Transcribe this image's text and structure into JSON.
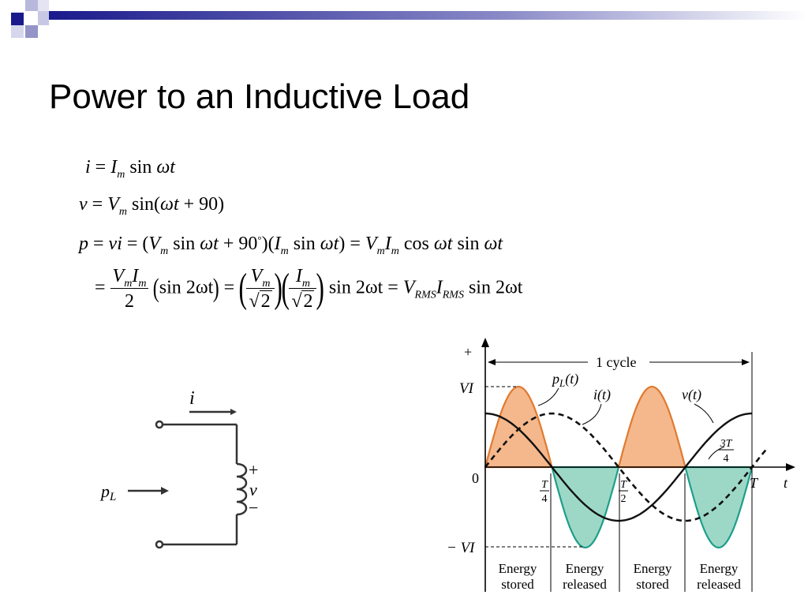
{
  "slide": {
    "title": "Power to an Inductive Load"
  },
  "equations": {
    "current": {
      "lhs": "i",
      "amp": "I",
      "amp_sub": "m",
      "func": "sin",
      "arg": "ωt"
    },
    "voltage": {
      "lhs": "v",
      "amp": "V",
      "amp_sub": "m",
      "func": "sin(",
      "arg": "ωt",
      "tail": " + 90)"
    },
    "power_line1": {
      "lhs": "p",
      "vi": "vi",
      "open1": "(",
      "V": "V",
      "m": "m",
      "sin": "sin",
      "wt": "ωt",
      "plus90": " + 90",
      "deg": "°",
      "close1": ")(",
      "I": "I",
      "close2": ")",
      "cos": "cos",
      "RMS": "RMS"
    },
    "power_line2": {
      "two": "2",
      "two_w_t": "2ωt"
    }
  },
  "circuit": {
    "current_label": "i",
    "power_label": "p",
    "power_sub": "L",
    "plus": "+",
    "minus": "−",
    "voltage_label": "v"
  },
  "chart_data": {
    "type": "line",
    "x_period_label": "T",
    "axis_labels": {
      "plus": "+",
      "t": "t",
      "zero": "0",
      "VI": "VI",
      "negVI": "− VI"
    },
    "cycle_label": "1 cycle",
    "series": [
      {
        "name": "p_L(t)",
        "label_main": "p",
        "label_sub": "L",
        "label_tail": "(t)",
        "form": "VI·sin(2ωt)",
        "pos_fill": "#f4b88c",
        "neg_fill": "#9dd8c6",
        "stroke": "#e07a30",
        "neg_stroke": "#1e9e8a"
      },
      {
        "name": "i(t)",
        "label": "i(t)",
        "form": "sin(ωt)",
        "style": "dashed"
      },
      {
        "name": "v(t)",
        "label": "v(t)",
        "form": "cos(ωt)",
        "style": "solid"
      }
    ],
    "x_ticks": [
      {
        "num": "T",
        "den": "4"
      },
      {
        "num": "T",
        "den": "2"
      },
      {
        "num": "3T",
        "den": "4"
      },
      {
        "label": "T"
      }
    ],
    "ylim": [
      -1,
      1
    ],
    "regions": [
      {
        "line1": "Energy",
        "line2": "stored"
      },
      {
        "line1": "Energy",
        "line2": "released"
      },
      {
        "line1": "Energy",
        "line2": "stored"
      },
      {
        "line1": "Energy",
        "line2": "released"
      }
    ]
  }
}
